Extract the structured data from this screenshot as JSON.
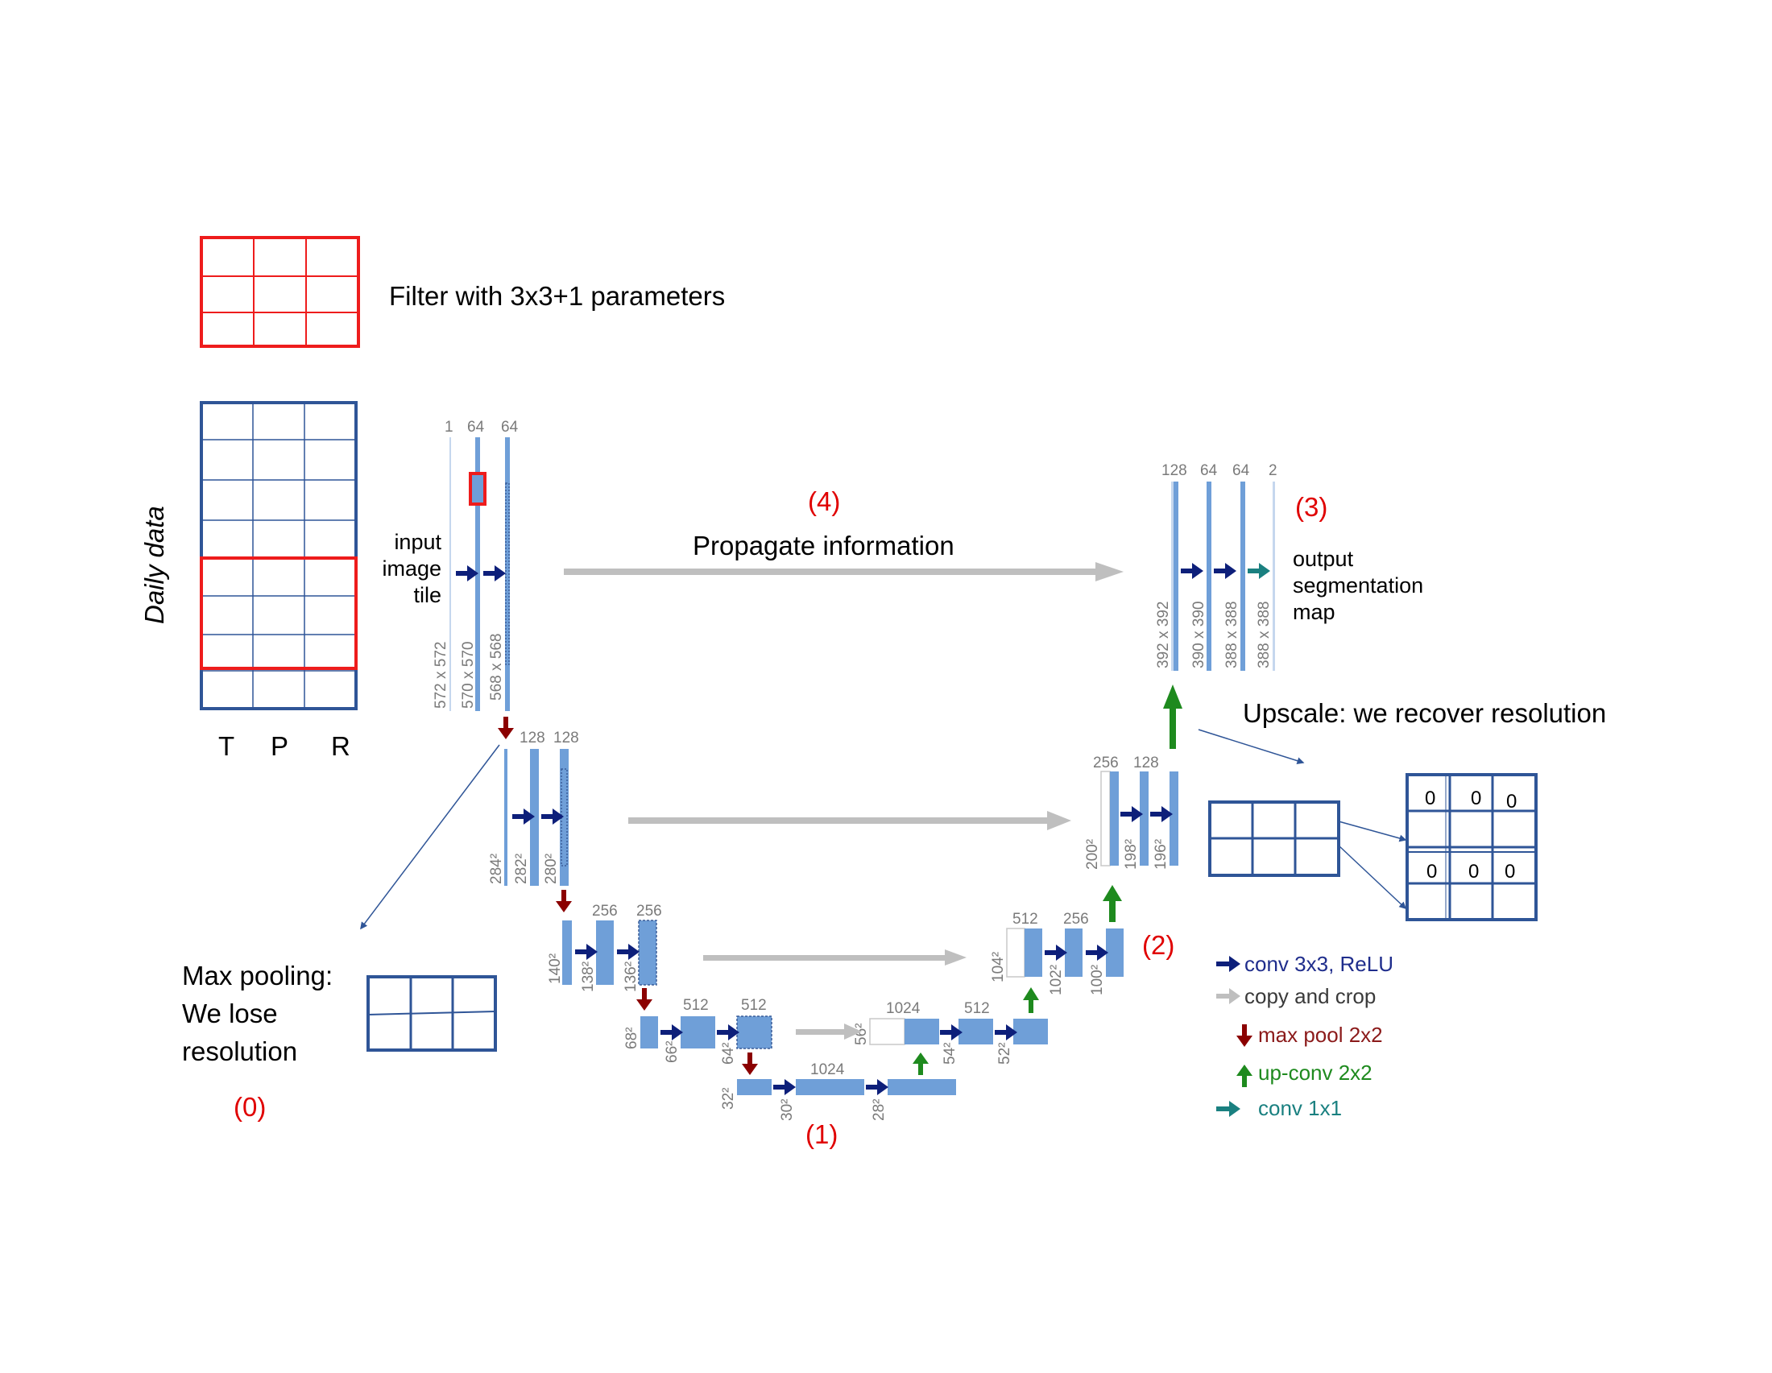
{
  "filter": {
    "label": "Filter with 3x3+1 parameters"
  },
  "daily": {
    "ylabel": "Daily data",
    "columns": [
      "T",
      "P",
      "R"
    ]
  },
  "annotations": {
    "step0": "(0)",
    "step1": "(1)",
    "step2": "(2)",
    "step3": "(3)",
    "step4": "(4)",
    "propagate": "Propagate information",
    "upscale": "Upscale: we recover resolution",
    "maxpool_lines": [
      "Max pooling:",
      "We lose",
      "resolution"
    ]
  },
  "unet": {
    "input_lines": [
      "input",
      "image",
      "tile"
    ],
    "output_lines": [
      "output",
      "segmentation",
      "map"
    ],
    "level1": {
      "channels": [
        "1",
        "64",
        "64"
      ],
      "sizes": [
        "572 x 572",
        "570 x 570",
        "568 x 568"
      ]
    },
    "level2": {
      "channels": [
        "128",
        "128"
      ],
      "sizes": [
        "284²",
        "282²",
        "280²"
      ]
    },
    "level3": {
      "channels": [
        "256",
        "256"
      ],
      "sizes": [
        "140²",
        "138²",
        "136²"
      ]
    },
    "level4": {
      "channels": [
        "512",
        "512"
      ],
      "sizes": [
        "68²",
        "66²",
        "64²"
      ]
    },
    "level5": {
      "channels": [
        "1024"
      ],
      "sizes": [
        "32²",
        "30²",
        "28²"
      ]
    },
    "up4": {
      "channels": [
        "1024",
        "512"
      ],
      "sizes": [
        "56²",
        "54²",
        "52²"
      ]
    },
    "up3": {
      "channels": [
        "512",
        "256"
      ],
      "sizes": [
        "104²",
        "102²",
        "100²"
      ]
    },
    "up2": {
      "channels": [
        "256",
        "128"
      ],
      "sizes": [
        "200²",
        "198²",
        "196²"
      ]
    },
    "up1": {
      "channels": [
        "128",
        "64",
        "64",
        "2"
      ],
      "sizes": [
        "392 x 392",
        "390 x 390",
        "388 x 388",
        "388 x 388"
      ]
    }
  },
  "legend": [
    {
      "label": "conv 3x3, ReLU",
      "color": "#1f2d8c"
    },
    {
      "label": "copy and crop",
      "color": "#3a3a3a"
    },
    {
      "label": "max pool 2x2",
      "color": "#8b1a1a"
    },
    {
      "label": "up-conv 2x2",
      "color": "#1e8a1e"
    },
    {
      "label": "conv 1x1",
      "color": "#1a8080"
    }
  ],
  "zero_grid": [
    "0",
    "0",
    "0",
    "0",
    "0",
    "0"
  ],
  "colors": {
    "block": "#6f9fd8",
    "filter_red": "#ee1c1c",
    "grid_blue": "#2f5597",
    "conv_arrow": "#0d1f7a",
    "copy_arrow": "#bfbfbf",
    "pool_arrow": "#8b0000",
    "upconv_arrow": "#1e8a1e",
    "conv1x1_arrow": "#1a8080",
    "annotation_red": "#e00000"
  }
}
